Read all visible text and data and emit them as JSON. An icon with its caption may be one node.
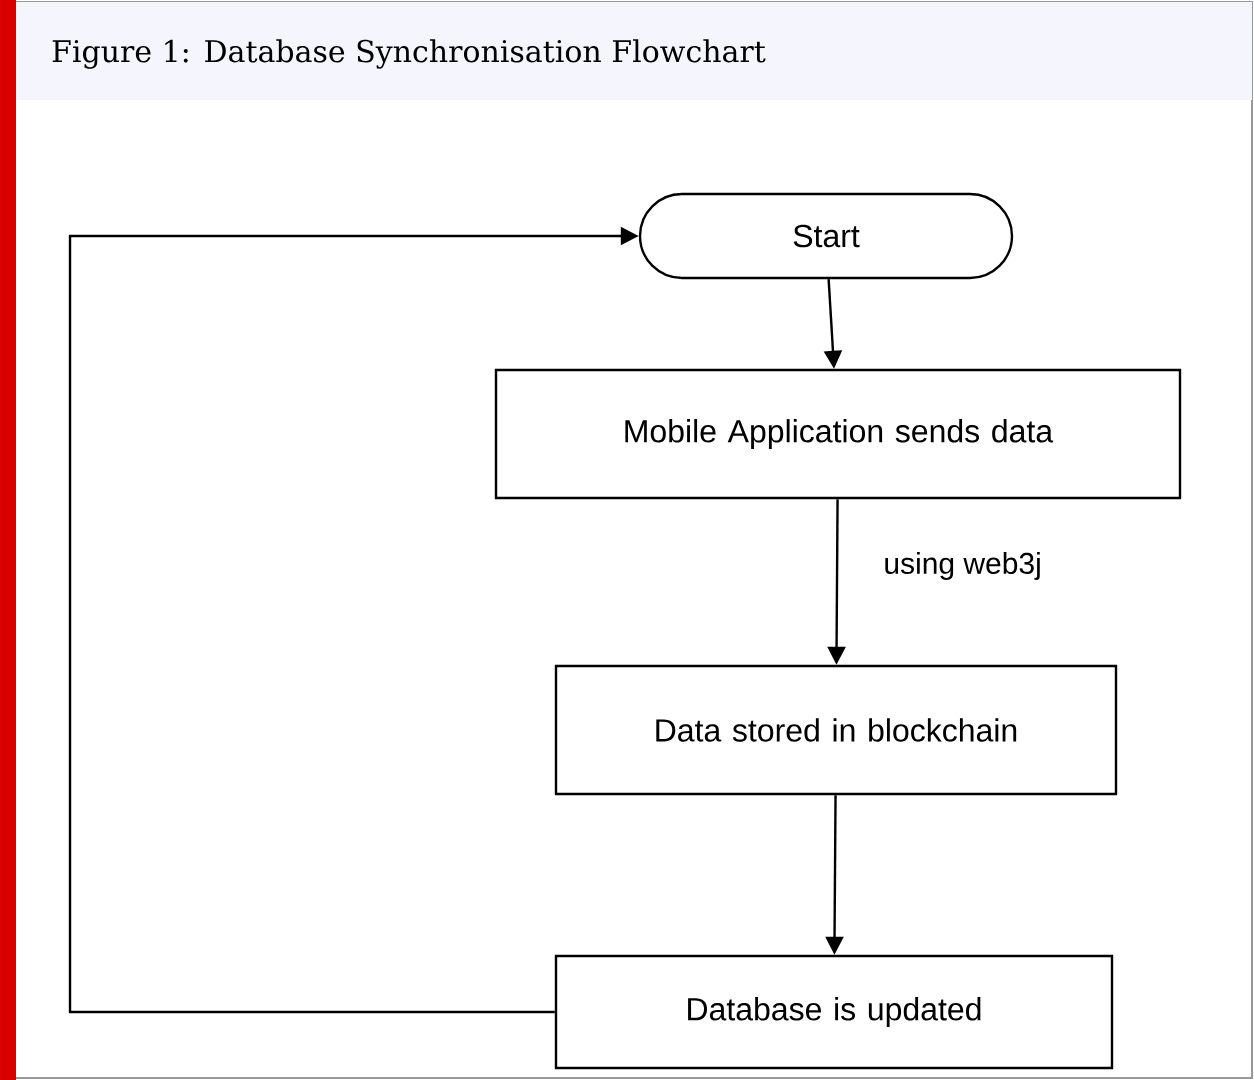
{
  "diagram": {
    "title": "Figure 1: Database Synchronisation Flowchart",
    "nodes": [
      {
        "text": [
          "Start"
        ]
      },
      {
        "text": [
          "Mobile Application sends data"
        ]
      },
      {
        "text": [
          "Data stored in blockchain"
        ]
      },
      {
        "text": [
          "Database is updated"
        ]
      }
    ],
    "edges": [
      {
        "from": 0,
        "to": 1,
        "arrow": "to"
      },
      {
        "from": 1,
        "to": 2,
        "arrow": "to",
        "label": "using web3j"
      },
      {
        "from": 2,
        "to": 3,
        "arrow": "to"
      },
      {
        "from": 3,
        "to": 0,
        "arrow": "to"
      }
    ]
  }
}
